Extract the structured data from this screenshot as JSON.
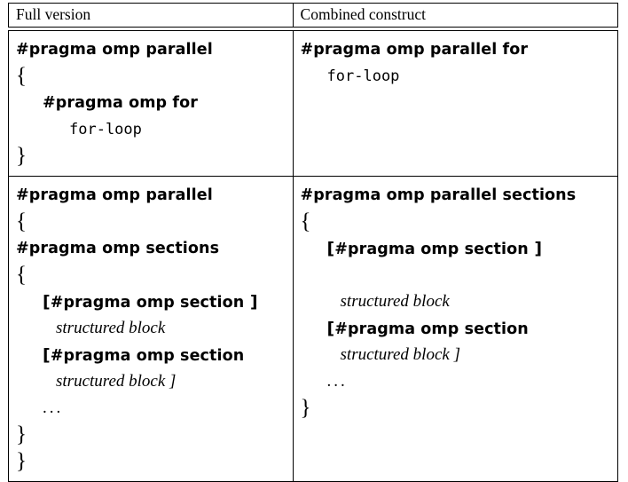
{
  "table": {
    "headers": [
      {
        "label": "Full version"
      },
      {
        "label": "Combined construct"
      }
    ],
    "rows": [
      {
        "id": "parallel-for",
        "cells": [
          {
            "id": "parallel-for-full",
            "lines": [
              {
                "indent": 0,
                "style": "pragma",
                "text": "#pragma omp parallel"
              },
              {
                "indent": 0,
                "style": "brace",
                "text": "{"
              },
              {
                "indent": 2,
                "style": "pragma",
                "text": "#pragma omp for"
              },
              {
                "indent": 4,
                "style": "mono",
                "text": "for-loop"
              },
              {
                "indent": 0,
                "style": "brace",
                "text": "}"
              }
            ]
          },
          {
            "id": "parallel-for-combined",
            "lines": [
              {
                "indent": 0,
                "style": "pragma",
                "text": "#pragma omp parallel for"
              },
              {
                "indent": 2,
                "style": "mono",
                "text": "for-loop"
              },
              {
                "indent": 0,
                "style": "blank",
                "text": ""
              },
              {
                "indent": 0,
                "style": "blank",
                "text": ""
              },
              {
                "indent": 0,
                "style": "blank",
                "text": ""
              }
            ]
          }
        ]
      },
      {
        "id": "parallel-sections",
        "cells": [
          {
            "id": "parallel-sections-full",
            "lines": [
              {
                "indent": 0,
                "style": "pragma",
                "text": "#pragma omp parallel"
              },
              {
                "indent": 0,
                "style": "brace",
                "text": "{"
              },
              {
                "indent": 0,
                "style": "pragma",
                "text": "#pragma omp sections"
              },
              {
                "indent": 0,
                "style": "brace",
                "text": "{"
              },
              {
                "indent": 2,
                "style": "bracket-pragma",
                "text": "[#pragma omp section ]"
              },
              {
                "indent": 3,
                "style": "italic",
                "text": "structured block"
              },
              {
                "indent": 2,
                "style": "bracket-pragma",
                "text": "[#pragma omp section"
              },
              {
                "indent": 3,
                "style": "italic",
                "text": "structured block ]"
              },
              {
                "indent": 2,
                "style": "dots",
                "text": "..."
              },
              {
                "indent": 0,
                "style": "brace",
                "text": "}"
              },
              {
                "indent": 0,
                "style": "brace",
                "text": "}"
              }
            ]
          },
          {
            "id": "parallel-sections-combined",
            "lines": [
              {
                "indent": 0,
                "style": "pragma",
                "text": "#pragma omp parallel sections"
              },
              {
                "indent": 0,
                "style": "brace",
                "text": "{"
              },
              {
                "indent": 2,
                "style": "bracket-pragma",
                "text": "[#pragma omp section ]"
              },
              {
                "indent": 0,
                "style": "blank",
                "text": ""
              },
              {
                "indent": 3,
                "style": "italic",
                "text": "structured block"
              },
              {
                "indent": 2,
                "style": "bracket-pragma",
                "text": "[#pragma omp section"
              },
              {
                "indent": 3,
                "style": "italic",
                "text": "structured block ]"
              },
              {
                "indent": 2,
                "style": "dots",
                "text": "..."
              },
              {
                "indent": 0,
                "style": "brace",
                "text": "}"
              },
              {
                "indent": 0,
                "style": "blank",
                "text": ""
              },
              {
                "indent": 0,
                "style": "blank",
                "text": ""
              }
            ]
          }
        ]
      }
    ]
  },
  "colors": {
    "border": "#000000",
    "text": "#000000",
    "background": "#ffffff"
  }
}
